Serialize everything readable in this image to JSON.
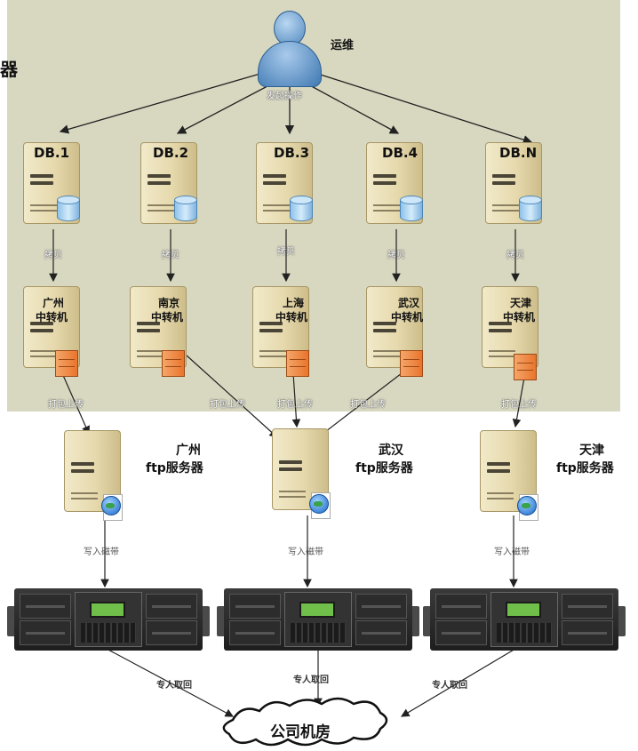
{
  "top_left_char": "器",
  "user": {
    "role": "运维",
    "caption": "发起操作"
  },
  "db_servers": [
    {
      "label": "DB.1"
    },
    {
      "label": "DB.2"
    },
    {
      "label": "DB.3"
    },
    {
      "label": "DB.4"
    },
    {
      "label": "DB.N"
    }
  ],
  "db_to_relay_edge": "拷贝",
  "relays": [
    {
      "line1": "广州",
      "line2": "中转机"
    },
    {
      "line1": "南京",
      "line2": "中转机"
    },
    {
      "line1": "上海",
      "line2": "中转机"
    },
    {
      "line1": "武汉",
      "line2": "中转机"
    },
    {
      "line1": "天津",
      "line2": "中转机"
    }
  ],
  "relay_to_ftp_edge": "打包上传",
  "ftp_servers": [
    {
      "line1": "广州",
      "line2": "ftp服务器"
    },
    {
      "line1": "武汉",
      "line2": "ftp服务器"
    },
    {
      "line1": "天津",
      "line2": "ftp服务器"
    }
  ],
  "ftp_to_tape_edge": "写入磁带",
  "tape_to_room_edge": "专人取回",
  "destination": "公司机房",
  "colors": {
    "panel": "#d8d7c0",
    "arrow": "#222222",
    "accent_firewall": "#e9742c",
    "disk": "#8fc2ea"
  }
}
